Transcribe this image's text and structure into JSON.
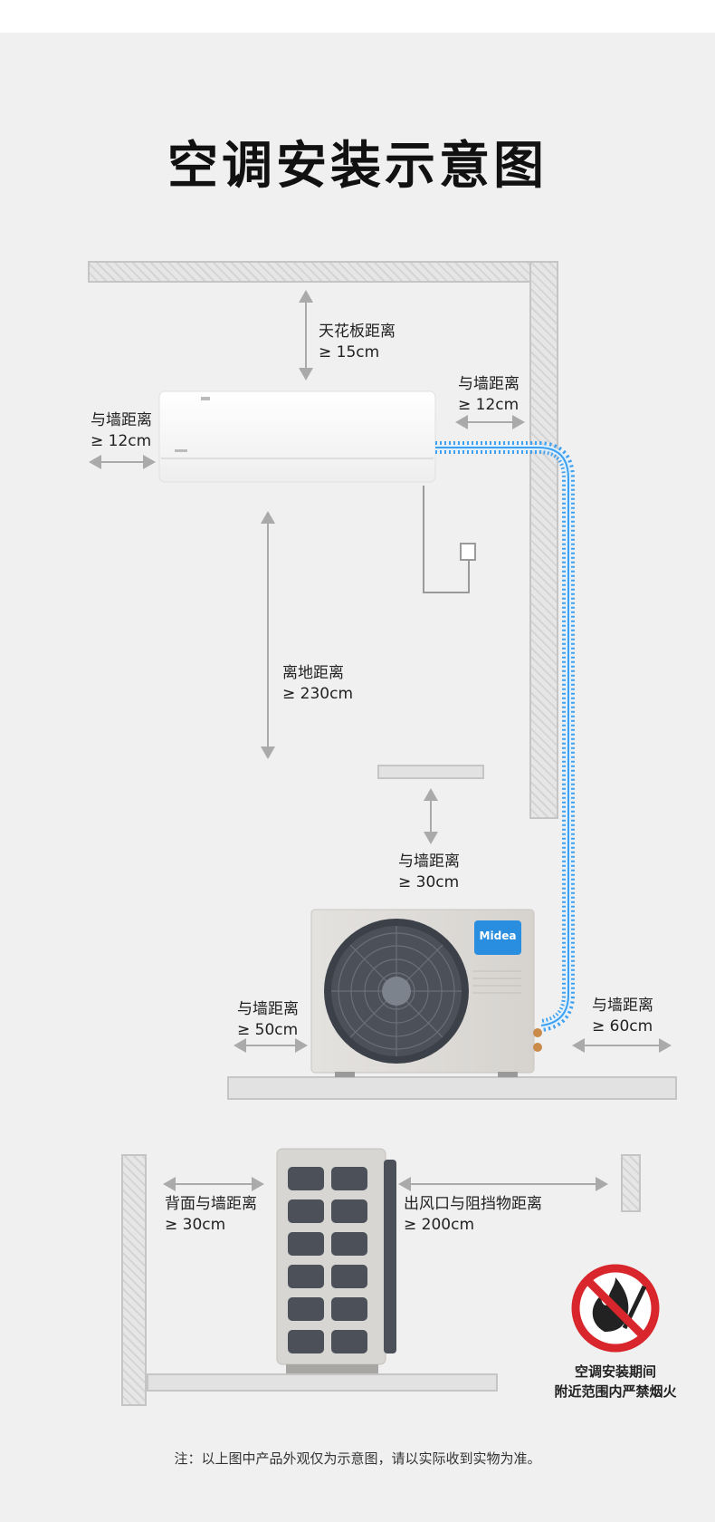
{
  "title": "空调安装示意图",
  "labels": {
    "ceiling_1": "天花板距离",
    "ceiling_2": "≥ 15cm",
    "wall_right_1": "与墙距离",
    "wall_right_2": "≥ 12cm",
    "wall_left_1": "与墙距离",
    "wall_left_2": "≥ 12cm",
    "floor_1": "离地距离",
    "floor_2": "≥ 230cm",
    "outdoor_top_1": "与墙距离",
    "outdoor_top_2": "≥ 30cm",
    "outdoor_left_1": "与墙距离",
    "outdoor_left_2": "≥ 50cm",
    "outdoor_right_1": "与墙距离",
    "outdoor_right_2": "≥ 60cm",
    "back_1": "背面与墙距离",
    "back_2": "≥ 30cm",
    "outlet_1": "出风口与阻挡物距离",
    "outlet_2": "≥ 200cm"
  },
  "brand": "Midea",
  "warning": {
    "line1": "空调安装期间",
    "line2": "附近范围内严禁烟火"
  },
  "note": "注：以上图中产品外观仅为示意图，请以实际收到实物为准。",
  "colors": {
    "pipe": "#3da0f0",
    "brand": "#2a8ee0",
    "warning": "#d8262c"
  }
}
